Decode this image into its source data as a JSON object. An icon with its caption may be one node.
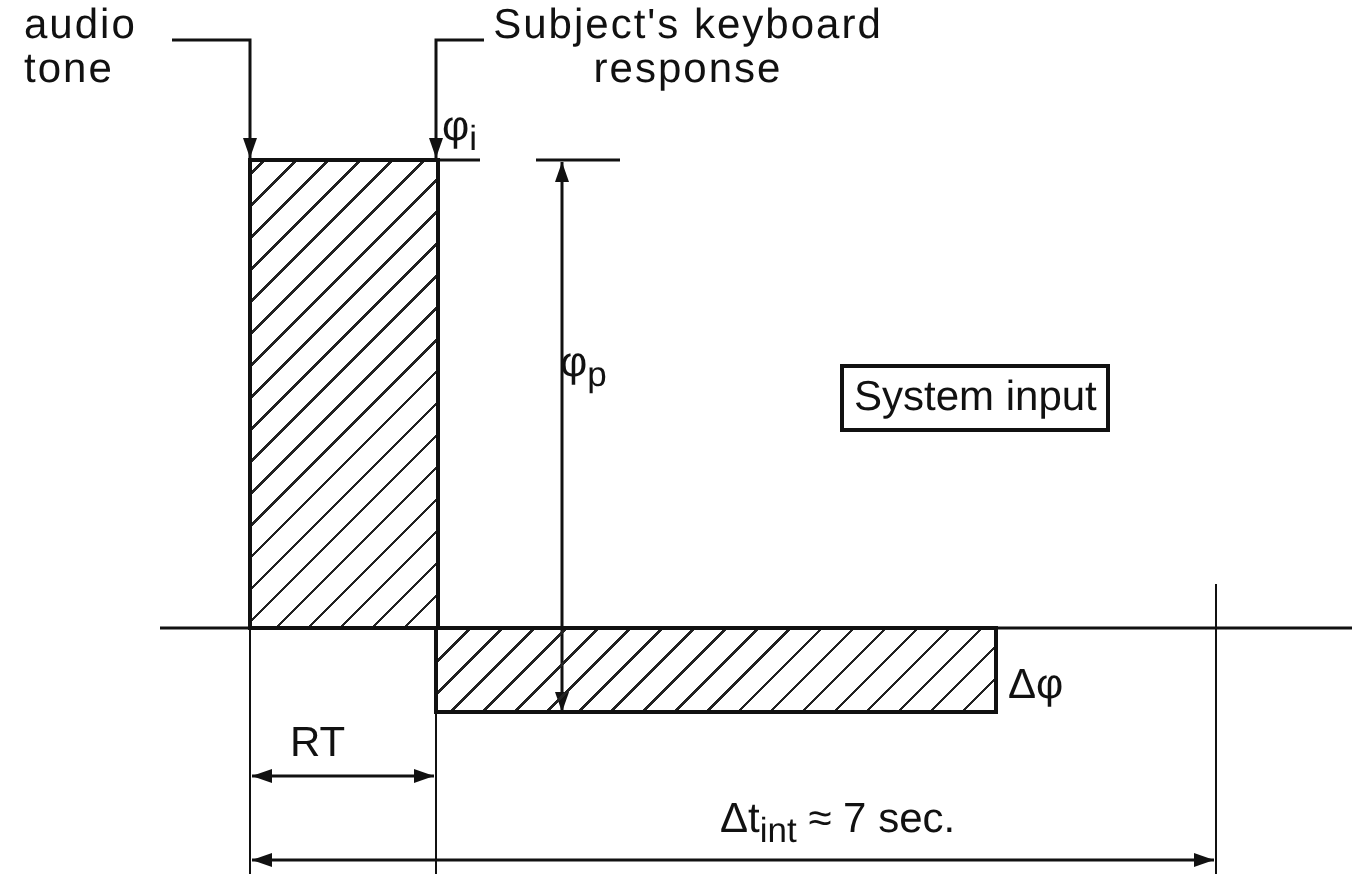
{
  "diagram": {
    "nodes": [
      {
        "text": [
          "audio tone"
        ]
      },
      {
        "text": [
          "Subject's keyboard response"
        ]
      },
      {
        "text": [
          "System input"
        ]
      },
      {
        "text": [],
        "shape": "box"
      },
      {
        "text": [],
        "shape": "box",
        "beside": [
          "Δφ"
        ]
      }
    ],
    "edges": [
      {
        "from": 0,
        "to": 3,
        "arrow": "to"
      },
      {
        "from": 1,
        "to": 3,
        "arrow": "to"
      }
    ],
    "labels": [
      "φ$_{i}$",
      "φ$_{p}$",
      "RT",
      "Δt$_{int}$ ≈ 7 sec."
    ]
  }
}
